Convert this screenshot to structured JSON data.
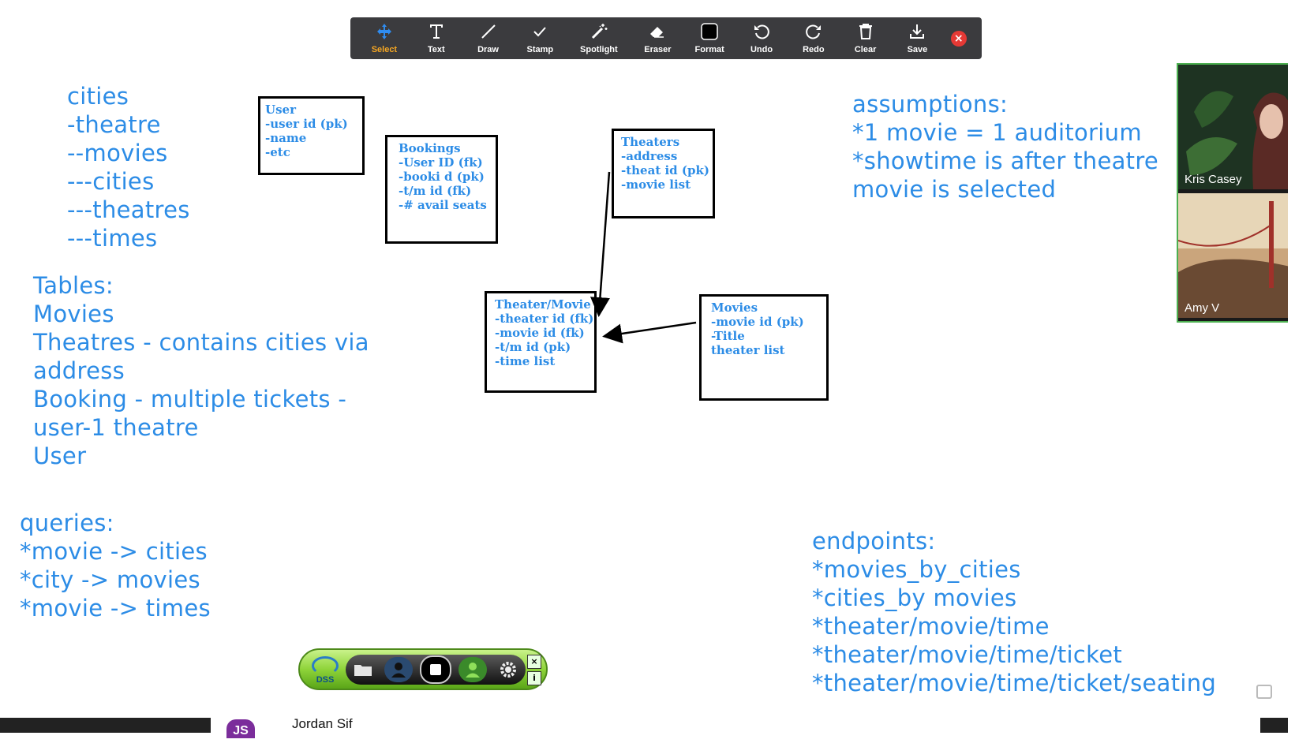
{
  "toolbar": {
    "tools": [
      {
        "label": "Select",
        "icon": "select-arrows-icon",
        "active": true
      },
      {
        "label": "Text",
        "icon": "text-t-icon"
      },
      {
        "label": "Draw",
        "icon": "draw-pen-icon"
      },
      {
        "label": "Stamp",
        "icon": "stamp-check-icon"
      },
      {
        "label": "Spotlight",
        "icon": "spotlight-wand-icon"
      },
      {
        "label": "Eraser",
        "icon": "eraser-icon"
      },
      {
        "label": "Format",
        "icon": "format-square-icon"
      },
      {
        "label": "Undo",
        "icon": "undo-icon"
      },
      {
        "label": "Redo",
        "icon": "redo-icon"
      },
      {
        "label": "Clear",
        "icon": "trash-icon"
      },
      {
        "label": "Save",
        "icon": "save-download-icon"
      }
    ],
    "close_icon": "close-icon",
    "active_color": "#f5a623"
  },
  "whiteboard": {
    "ink_color": "#2c8ce6",
    "notes": {
      "cities_list": "cities\n-theatre\n--movies\n---cities\n---theatres\n---times",
      "tables": "Tables:\nMovies\nTheatres - contains cities via\naddress\nBooking - multiple tickets -\nuser-1 theatre\nUser",
      "queries": "queries:\n*movie -> cities\n*city -> movies\n*movie -> times",
      "assumptions": "assumptions:\n*1 movie = 1 auditorium\n*showtime is after theatre\nmovie is selected",
      "endpoints": "endpoints:\n*movies_by_cities\n*cities_by movies\n*theater/movie/time\n*theater/movie/time/ticket\n*theater/movie/time/ticket/seating"
    },
    "boxes": {
      "user": "User\n-user id (pk)\n-name\n-etc",
      "bookings": "Bookings\n-User ID (fk)\n-booki d (pk)\n-t/m id (fk)\n-# avail seats",
      "theaters": "Theaters\n-address\n-theat id (pk)\n-movie list",
      "theater_movie": "Theater/Movie\n-theater id (fk)\n-movie id (fk)\n-t/m id (pk)\n-time list",
      "movies": "Movies\n-movie id (pk)\n-Title\ntheater list"
    }
  },
  "videos": [
    {
      "name": "Kris Casey"
    },
    {
      "name": "Amy V"
    }
  ],
  "dss": {
    "logo_text": "DSS"
  },
  "bottom": {
    "avatar_initials": "JS",
    "participant_name": "Jordan Sif"
  }
}
